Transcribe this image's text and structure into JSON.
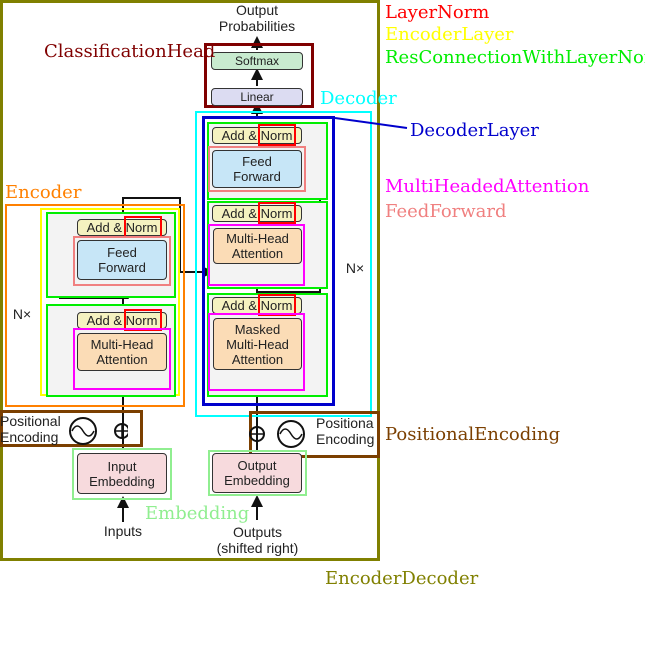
{
  "legend": {
    "layernorm": "LayerNorm",
    "encoderlayer": "EncoderLayer",
    "resconnection": "ResConnectionWithLayerNorm",
    "decoder": "Decoder",
    "decoderlayer": "DecoderLayer",
    "multiheaded": "MultiHeadedAttention",
    "feedforward": "FeedForward",
    "classificationhead": "ClassificationHead",
    "encoder": "Encoder",
    "positionalencoding": "PositionalEncoding",
    "embedding": "Embedding",
    "encoderdecoder": "EncoderDecoder"
  },
  "diagram": {
    "output_probabilities": "Output\nProbabilities",
    "softmax": "Softmax",
    "linear": "Linear",
    "add": "Add &",
    "norm": "Norm",
    "feed_forward": "Feed\nForward",
    "multi_head_attention": "Multi-Head\nAttention",
    "masked_mha": "Masked\nMulti-Head\nAttention",
    "nx": "N×",
    "positional_encoding_left": "Positional\nEncoding",
    "positional_encoding_right": "Positiona\nEncoding",
    "input_embedding": "Input\nEmbedding",
    "output_embedding": "Output\nEmbedding",
    "inputs": "Inputs",
    "outputs": "Outputs\n(shifted right)"
  },
  "colors": {
    "layernorm": "#ff0000",
    "encoderlayer": "#ffff00",
    "resconnection": "#00ee00",
    "decoder": "#00ffff",
    "decoderlayer": "#0000cc",
    "multiheaded": "#ff00ff",
    "feedforward": "#f08080",
    "classificationhead": "#800000",
    "encoder": "#ff8000",
    "positionalencoding": "#7b3f00",
    "embedding": "#90ee90",
    "encoderdecoder": "#808000"
  }
}
